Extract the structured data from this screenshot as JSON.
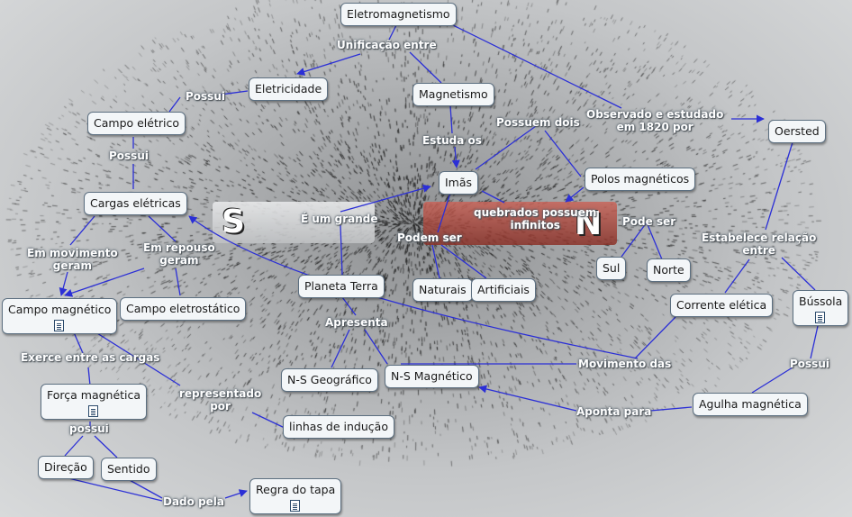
{
  "colors": {
    "edge": "#2b2fd6",
    "node_bg": "#f3f6f8",
    "node_border": "#5c6f80",
    "link_text": "#ffffff"
  },
  "magnet": {
    "left_pole": "S",
    "right_pole": "N"
  },
  "concepts": {
    "eletromagnetismo": "Eletromagnetismo",
    "eletricidade": "Eletricidade",
    "magnetismo": "Magnetismo",
    "campo_eletrico": "Campo elétrico",
    "oersted": "Oersted",
    "imas": "Imãs",
    "polos_magneticos": "Polos magnéticos",
    "cargas_eletricas": "Cargas elétricas",
    "sul": "Sul",
    "norte": "Norte",
    "planeta_terra": "Planeta Terra",
    "naturais": "Naturais",
    "artificiais": "Artificiais",
    "campo_magnetico": "Campo magnético",
    "campo_eletrostatico": "Campo eletrostático",
    "corrente_eletrica": "Corrente elética",
    "bussola": "Bússola",
    "ns_geografico": "N-S Geográfico",
    "ns_magnetico": "N-S Magnético",
    "forca_magnetica": "Força magnética",
    "agulha_magnetica": "Agulha magnética",
    "linhas_inducao": "linhas de indução",
    "direcao": "Direção",
    "sentido": "Sentido",
    "regra_tapa": "Regra do tapa"
  },
  "link_phrases": {
    "unificacao": "Unificação entre",
    "possui_1": "Possui",
    "possuem_dois": "Possuem dois",
    "observado": "Observado e estudado\nem 1820 por",
    "estuda_os": "Estuda os",
    "possui_2": "Possui",
    "quebrados": "quebrados possuem\ninfinitos",
    "pode_ser": "Pode ser",
    "e_um_grande": "É um grande",
    "podem_ser": "Podem ser",
    "estabelece": "Estabelece relação\nentre",
    "em_movimento": "Em movimento\ngeram",
    "em_repouso": "Em repouso\ngeram",
    "apresenta": "Apresenta",
    "possui_3": "Possui",
    "exerce": "Exerce entre as cargas",
    "movimento_das": "Movimento das",
    "representado": "representado\npor",
    "aponta_para": "Aponta para",
    "possui_4": "possui",
    "dado_pela": "Dado pela"
  }
}
